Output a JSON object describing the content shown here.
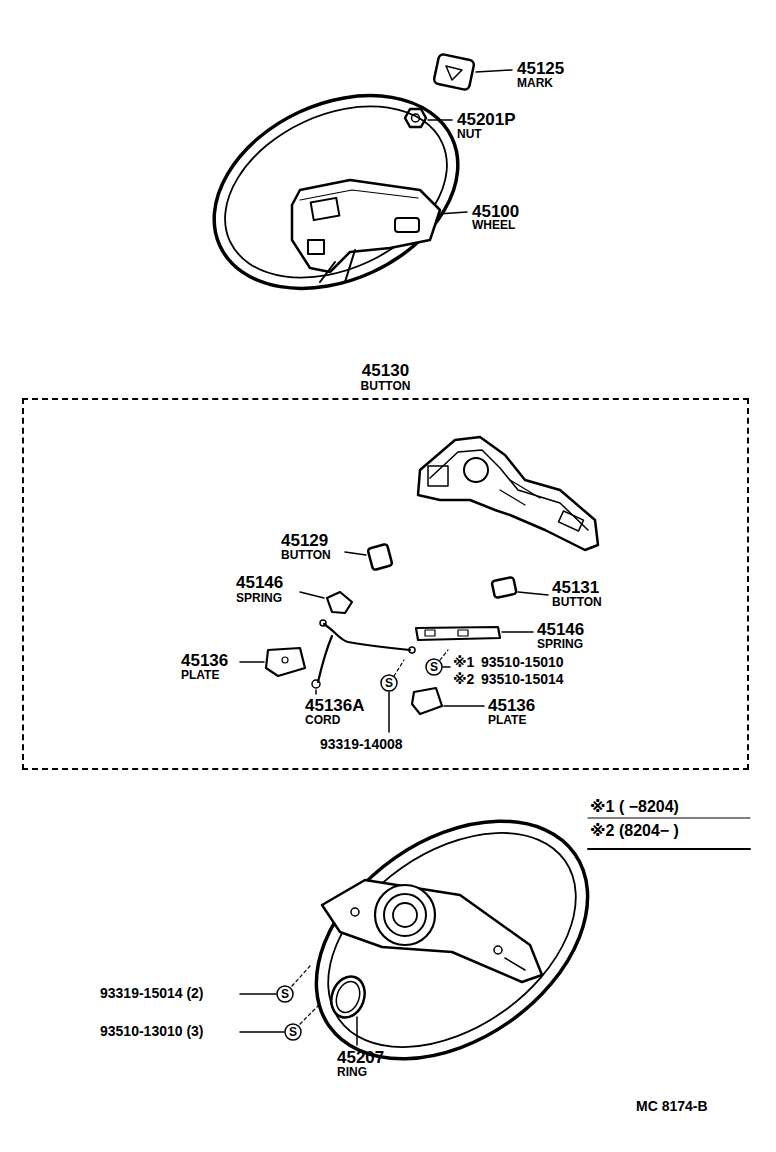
{
  "diagram": {
    "nodes": [
      {
        "text": [
          "45130",
          "BUTTON"
        ]
      }
    ],
    "labels": [
      "45125",
      "MARK",
      "45201P",
      "NUT",
      "45100",
      "WHEEL",
      "45129",
      "BUTTON",
      "45146",
      "SPRING",
      "45131",
      "BUTTON",
      "45146",
      "SPRING",
      "45136",
      "PLATE",
      "S",
      "※1",
      "93510-15010",
      "※2",
      "93510-15014",
      "S",
      "45136A",
      "CORD",
      "93319-14008",
      "45136",
      "PLATE",
      "※1 ( −8204)",
      "※2 (8204− )",
      "S",
      "93319-15014 (2)",
      "S",
      "93510-13010 (3)",
      "45207",
      "RING",
      "MC 8174-B"
    ]
  }
}
